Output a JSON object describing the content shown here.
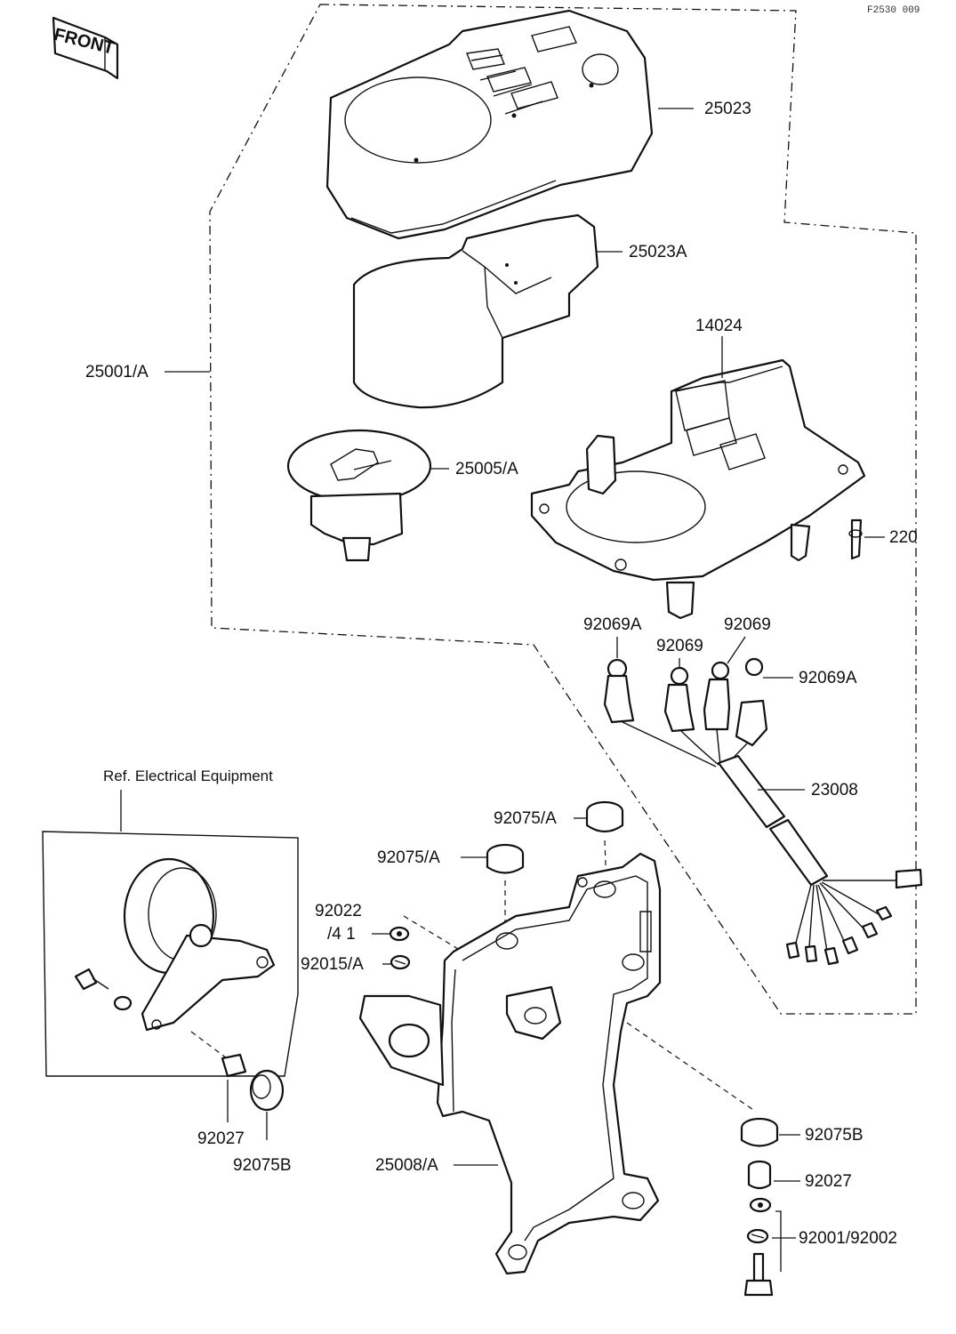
{
  "header": {
    "front_label": "FRONT",
    "ref_code": "F2530 009"
  },
  "labels": {
    "p25023": "25023",
    "p25023A": "25023A",
    "p25001A": "25001/A",
    "p14024": "14024",
    "p25005A": "25005/A",
    "p220": "220",
    "p92069A_left": "92069A",
    "p92069_a": "92069",
    "p92069_b": "92069",
    "p92069A_right": "92069A",
    "p23008": "23008",
    "ref_electrical": "Ref.  Electrical Equipment",
    "p92075A_top": "92075/A",
    "p92075A_mid": "92075/A",
    "p92022_l1": "92022",
    "p92022_l2": "/4   1",
    "p92015A": "92015/A",
    "p92027_left": "92027",
    "p92075B_left": "92075B",
    "p25008A": "25008/A",
    "p92075B_right": "92075B",
    "p92027_right": "92027",
    "p92001": "92001/92002"
  }
}
